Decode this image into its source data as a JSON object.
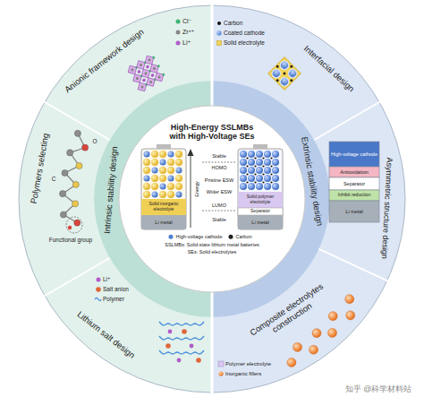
{
  "diagram": {
    "title": "High-Energy SSLMBs with High-Voltage SEs",
    "nodes": [
      {
        "text": [
          "Intrinsic stability design"
        ]
      },
      {
        "text": [
          "Extrinsic stability design"
        ]
      },
      {
        "text": [
          "Anionic framework design"
        ]
      },
      {
        "text": [
          "Polymers selecting"
        ]
      },
      {
        "text": [
          "Lithium salt design"
        ]
      },
      {
        "text": [
          "Interfacial design"
        ]
      },
      {
        "text": [
          "Asymmetric structure design"
        ]
      },
      {
        "text": [
          "Composite electrolytes construction"
        ]
      }
    ],
    "labels": [
      "Cl⁻",
      "Zr⁴⁺",
      "Li⁺",
      "O",
      "C",
      "Functional group",
      "Li⁺",
      "Salt anion",
      "Polymer",
      "Carbon",
      "Coated cathode",
      "Solid electrolyte",
      "High-voltage cathode",
      "Antioxidation",
      "Separator",
      "Inhibit reduction",
      "Li metal",
      "Polymer electrolyte",
      "Inorganic fillers",
      "Stable",
      "HOMO",
      "Pristine ESW",
      "Wider ESW",
      "LUMO",
      "Stable",
      "Energy",
      "Solid inorganic electrolyte",
      "Li metal",
      "Solid polymer electrolyte",
      "Separator",
      "Li metal",
      "SSLMBs: Solid-state lithium metal batteries",
      "SEs: Solid electrolytes",
      "知乎 @科学材料站"
    ],
    "legend": [
      {
        "text": "High-voltage cathode",
        "color": "#4a7fd0"
      },
      {
        "text": "Carbon",
        "color": "#222222"
      }
    ]
  }
}
